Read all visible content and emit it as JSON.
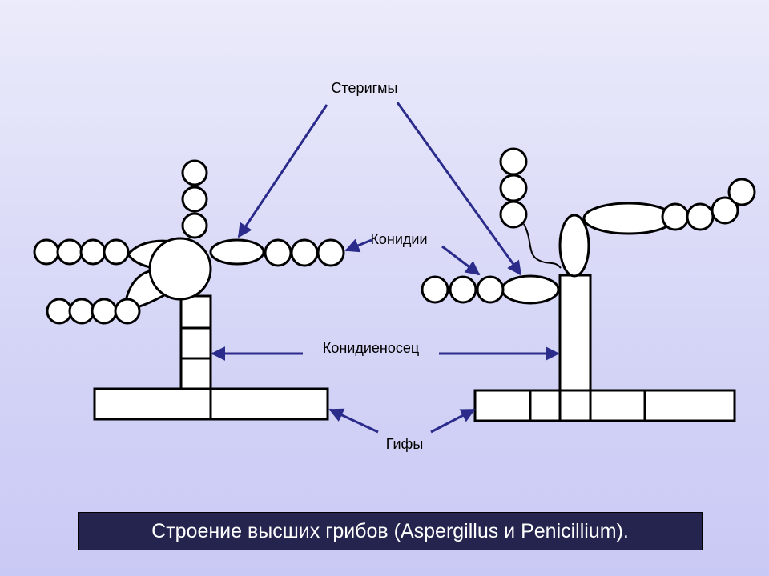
{
  "labels": {
    "sterigmy": "Стеригмы",
    "konidii": "Конидии",
    "konidienosec": "Конидиеносец",
    "gify": "Гифы"
  },
  "caption": "Строение высших грибов (Aspergillus и Penicillium).",
  "colors": {
    "arrow": "#2b2b8c",
    "caption_background": "#24244e",
    "caption_text": "#ffffff",
    "background_top": "#ebebfb",
    "background_bottom": "#c9c9f5"
  }
}
